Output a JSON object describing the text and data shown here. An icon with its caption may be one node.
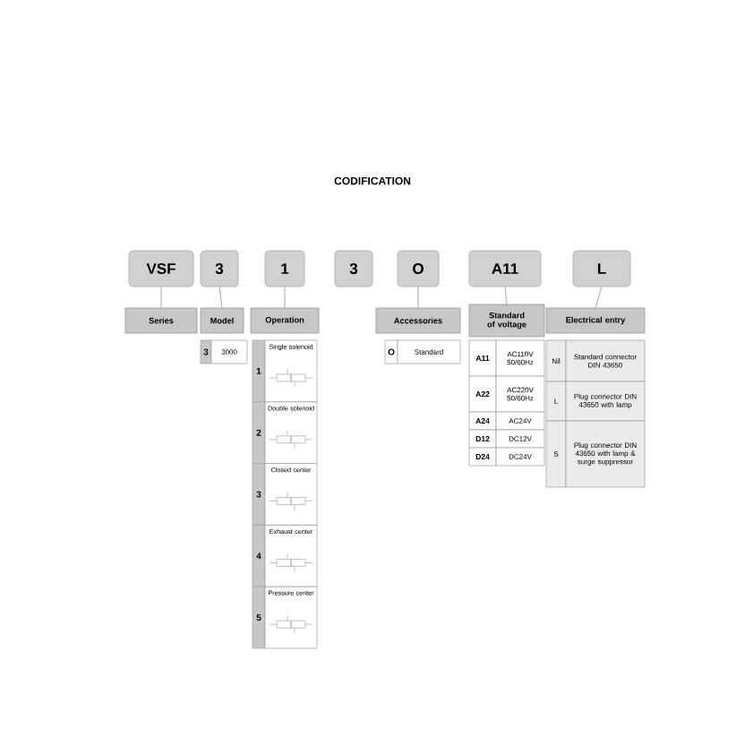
{
  "diagram": {
    "title": "CODIFICATION",
    "nodes": [
      {
        "text": [
          "VSF"
        ]
      },
      {
        "text": [
          "3"
        ]
      },
      {
        "text": [
          "1"
        ]
      },
      {
        "text": [
          "3"
        ]
      },
      {
        "text": [
          "O"
        ]
      },
      {
        "text": [
          "A11"
        ]
      },
      {
        "text": [
          "L"
        ]
      },
      {
        "text": [
          "Series"
        ]
      },
      {
        "text": [
          "Model"
        ]
      },
      {
        "text": [
          "Operation"
        ]
      },
      {
        "text": [
          "Accessories"
        ]
      },
      {
        "text": [
          "Standard of voltage"
        ]
      },
      {
        "text": [
          "Electrical entry"
        ]
      }
    ],
    "edges": [
      {
        "from": 0,
        "to": 7,
        "arrow": "none"
      },
      {
        "from": 1,
        "to": 8,
        "arrow": "none"
      },
      {
        "from": 2,
        "to": 9,
        "arrow": "none"
      },
      {
        "from": 4,
        "to": 10,
        "arrow": "none"
      },
      {
        "from": 5,
        "to": 11,
        "arrow": "none"
      },
      {
        "from": 6,
        "to": 12,
        "arrow": "none"
      }
    ],
    "labels": [
      "3",
      "3000",
      "1",
      "Single solenoid",
      "2",
      "Double solenoid",
      "3",
      "Closed center",
      "4",
      "Exhaust center",
      "5",
      "Pressure center",
      "O",
      "Standard",
      "A11",
      "AC110V 50/60Hz",
      "A22",
      "AC220V 50/60Hz",
      "A24",
      "AC24V",
      "D12",
      "DC12V",
      "D24",
      "DC24V",
      "Nil",
      "Standard connector DIN 43650",
      "L",
      "Plug connector DIN 43650 with lamp",
      "S",
      "Plug connector DIN 43650 with lamp & surge suppressor"
    ]
  }
}
